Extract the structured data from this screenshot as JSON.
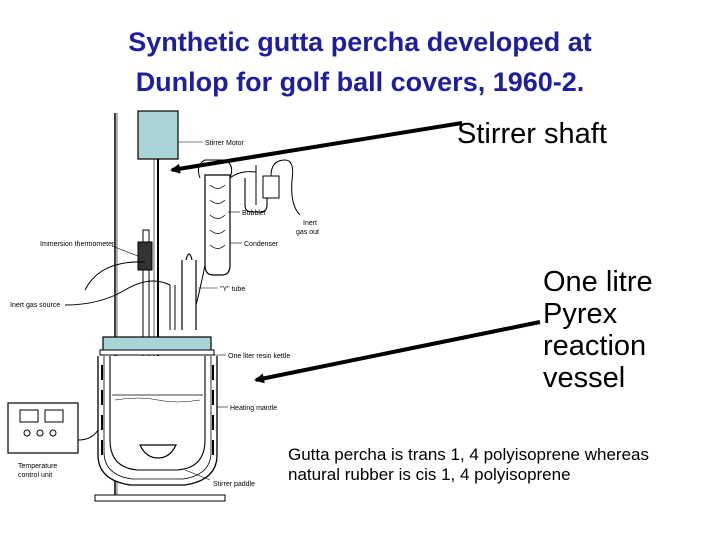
{
  "title": {
    "line1": "Synthetic gutta percha developed  at",
    "line2": "Dunlop for golf ball covers,  1960-2."
  },
  "callouts": {
    "stirrer_shaft": "Stirrer shaft",
    "vessel": [
      "One litre",
      "Pyrex",
      "reaction",
      "vessel"
    ]
  },
  "note": {
    "line1": "Gutta percha is trans 1, 4 polyisoprene whereas",
    "line2": "natural rubber is cis 1, 4 polyisoprene"
  },
  "diagram_labels": {
    "stirrer_motor": "Stirrer Motor",
    "bubbler": "Bubbler",
    "inert_gas_out_1": "Inert",
    "inert_gas_out_2": "gas out",
    "immersion_thermometer": "Immersion thermometer",
    "condenser": "Condenser",
    "inert_gas_source": "Inert gas source",
    "y_tube": "\"Y\" tube",
    "resin_kettle": "One liter resin kettle",
    "heating_mantle": "Heating mantle",
    "temp_control_1": "Temperature",
    "temp_control_2": "control unit",
    "stirrer_paddle": "Stirrer paddle"
  },
  "colors": {
    "title": "#1f1f9e",
    "motor_fill": "#a9d4d8",
    "lid_fill": "#a9d4d8"
  }
}
